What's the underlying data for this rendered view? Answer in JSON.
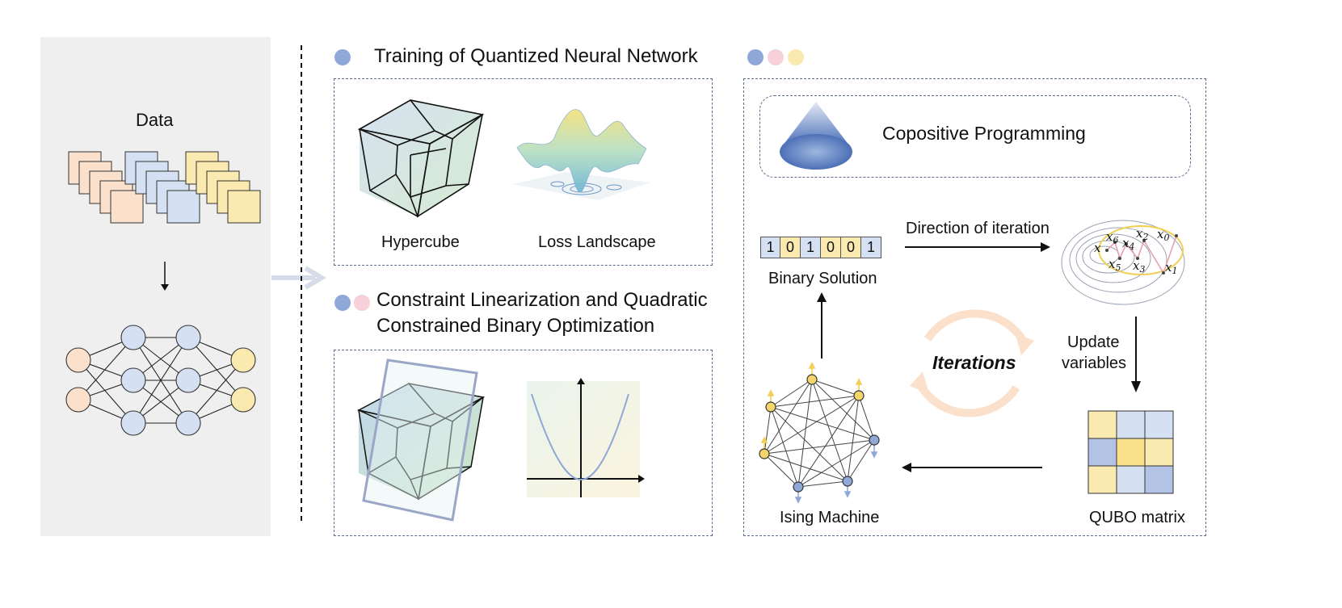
{
  "colors": {
    "blue": "#8fa8d8",
    "pink": "#f8d0da",
    "yellow": "#fbeab0",
    "peach": "#fbe1cc",
    "lightblue": "#d5e1f2",
    "panel_gray": "#efefef",
    "frame": "#5b6b8c"
  },
  "data_panel": {
    "label": "Data"
  },
  "training": {
    "title": "Training of Quantized Neural Network",
    "hypercube_label": "Hypercube",
    "landscape_label": "Loss Landscape"
  },
  "constraint": {
    "title_line1": "Constraint Linearization and Quadratic",
    "title_line2": "Constrained Binary Optimization"
  },
  "right": {
    "copositive_label": "Copositive Programming",
    "binary_bits": [
      "1",
      "0",
      "1",
      "0",
      "0",
      "1"
    ],
    "binary_label": "Binary Solution",
    "direction_label": "Direction of iteration",
    "update_line1": "Update",
    "update_line2": "variables",
    "iterations_label": "Iterations",
    "ising_label": "Ising Machine",
    "qubo_label": "QUBO matrix",
    "x_labels": {
      "x0": "x",
      "x0s": "0",
      "x1": "x",
      "x1s": "1",
      "x2": "x",
      "x2s": "2",
      "x3": "x",
      "x3s": "3",
      "x4": "x",
      "x4s": "4",
      "x5": "x",
      "x5s": "5",
      "x6": "x",
      "x6s": "6",
      "x7": "x"
    }
  }
}
